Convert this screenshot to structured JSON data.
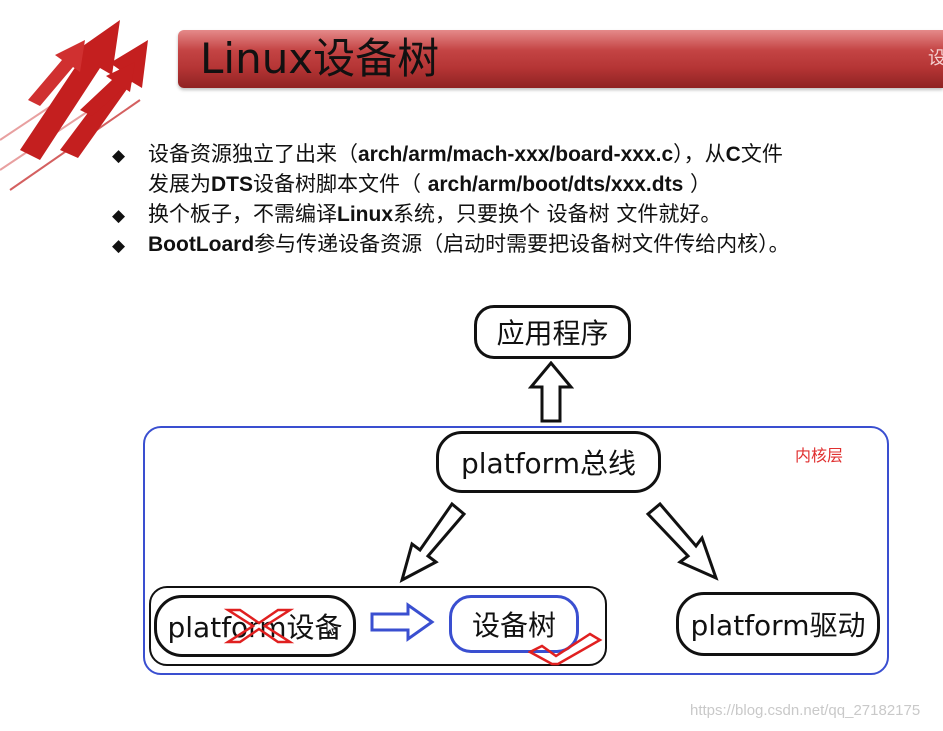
{
  "slide": {
    "title": "Linux设备树",
    "title_right_char": "设",
    "bullets": [
      {
        "line1_pre": "设备资源独立了出来（",
        "line1_bold": "arch/arm/mach-xxx/board-xxx.c",
        "line1_mid": "），从",
        "line1_bold2": "C",
        "line1_post": "文件",
        "line2_pre": "发展为",
        "line2_bold": "DTS",
        "line2_mid": "设备树脚本文件（ ",
        "line2_bold2": "arch/arm/boot/dts/xxx.dts",
        "line2_post": " ）"
      },
      {
        "pre": "换个板子，不需编译",
        "bold": "Linux",
        "post": "系统，只要换个 设备树 文件就好。"
      },
      {
        "bold": "BootLoard",
        "post": "参与传递设备资源（启动时需要把设备树文件传给内核）。"
      }
    ],
    "bullet_symbol": "◆",
    "diagram": {
      "app_node": "应用程序",
      "bus_node": "platform总线",
      "kernel_label": "内核层",
      "device_node": "platform设备",
      "dtree_node": "设备树",
      "driver_node": "platform驱动"
    },
    "watermark": "https://blog.csdn.net/qq_27182175",
    "colors": {
      "title_bar": "#b53535",
      "kernel_frame": "#3a4fd0",
      "kernel_label": "#e03030",
      "red_mark": "#e02020",
      "logo_red": "#c41f1f"
    }
  }
}
